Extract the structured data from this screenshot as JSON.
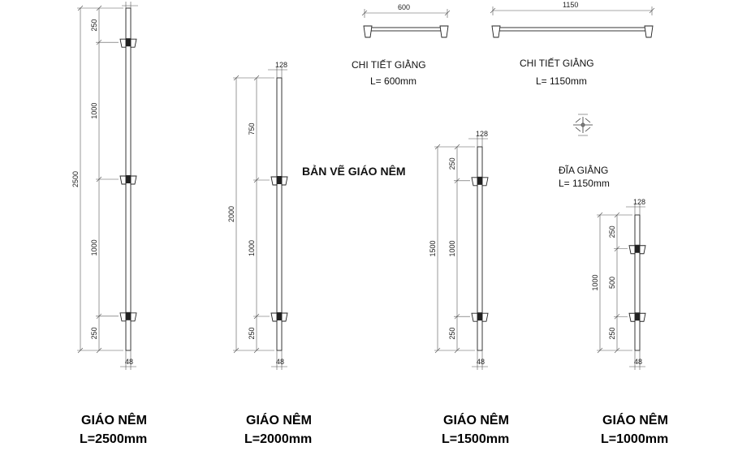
{
  "title": "BẢN VẼ GIÁO NÊM",
  "poles": [
    {
      "name": "GIÁO NÊM",
      "length_label": "L=2500mm",
      "total": "2500",
      "segments": [
        "250",
        "1000",
        "1000",
        "250"
      ],
      "top_width": "",
      "bottom_width": "48"
    },
    {
      "name": "GIÁO NÊM",
      "length_label": "L=2000mm",
      "total": "2000",
      "segments": [
        "750",
        "1000",
        "250"
      ],
      "top_width": "128",
      "bottom_width": "48"
    },
    {
      "name": "GIÁO NÊM",
      "length_label": "L=1500mm",
      "total": "1500",
      "segments": [
        "250",
        "1000",
        "250"
      ],
      "top_width": "128",
      "bottom_width": "48"
    },
    {
      "name": "GIÁO NÊM",
      "length_label": "L=1000mm",
      "total": "1000",
      "segments": [
        "250",
        "500",
        "250"
      ],
      "top_width": "128",
      "bottom_width": "48"
    }
  ],
  "ledgers": [
    {
      "dim": "600",
      "caption": "CHI TIẾT GIẰNG",
      "length": "L= 600mm"
    },
    {
      "dim": "1150",
      "caption": "CHI TIẾT GIẰNG",
      "length": "L= 1150mm"
    }
  ],
  "disc": {
    "caption": "ĐĨA GIẰNG",
    "length": "L= 1150mm"
  }
}
